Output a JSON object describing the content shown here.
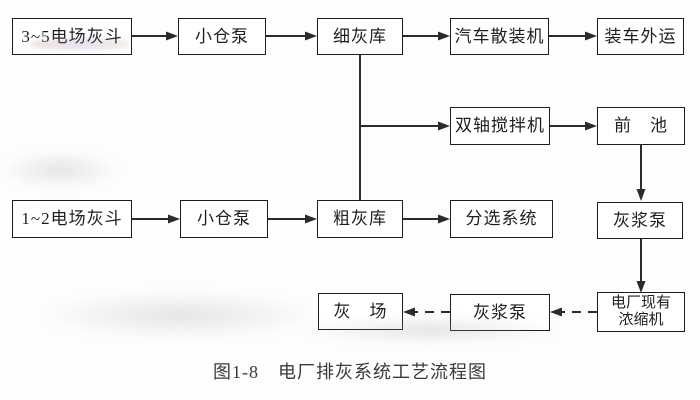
{
  "figure": {
    "caption": "图1-8　电厂排灰系统工艺流程图"
  },
  "colors": {
    "background": "#fdfdfd",
    "box_border": "#1d1d1d",
    "box_fill": "#ffffff",
    "line": "#2b2b2b",
    "text": "#1f1f1f"
  },
  "nodes": [
    {
      "id": "esp-hopper-3-5",
      "label": "3~5电场灰斗"
    },
    {
      "id": "silo-pump-top",
      "label": "小仓泵"
    },
    {
      "id": "fine-ash-silo",
      "label": "细灰库"
    },
    {
      "id": "truck-bulk-loader",
      "label": "汽车散装机"
    },
    {
      "id": "load-and-ship-out",
      "label": "装车外运"
    },
    {
      "id": "twin-shaft-mixer",
      "label": "双轴搅拌机"
    },
    {
      "id": "fore-pool",
      "label": "前　池"
    },
    {
      "id": "esp-hopper-1-2",
      "label": "1~2电场灰斗"
    },
    {
      "id": "silo-pump-bottom",
      "label": "小仓泵"
    },
    {
      "id": "coarse-ash-silo",
      "label": "粗灰库"
    },
    {
      "id": "sorting-system",
      "label": "分选系统"
    },
    {
      "id": "ash-slurry-pump-right",
      "label": "灰浆泵"
    },
    {
      "id": "ash-yard",
      "label": "灰　场"
    },
    {
      "id": "ash-slurry-pump-bottom",
      "label": "灰浆泵"
    },
    {
      "id": "existing-thickener",
      "label": "电厂现有\n浓缩机"
    }
  ]
}
